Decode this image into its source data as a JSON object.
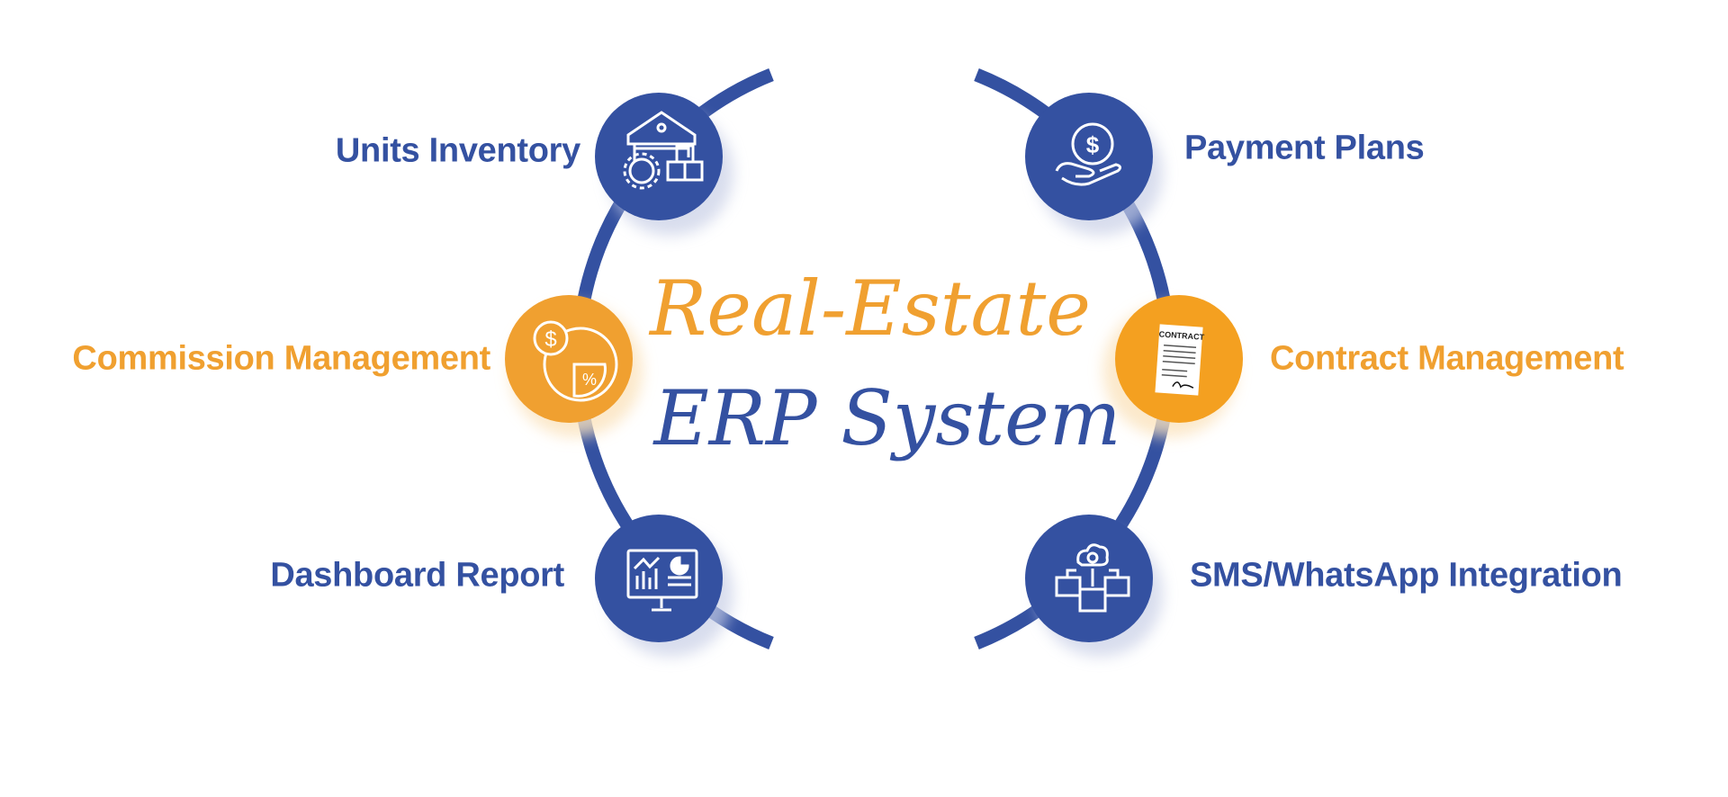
{
  "title": {
    "line1": "Real-Estate",
    "line2": "ERP System"
  },
  "modules": [
    {
      "label": "Units Inventory",
      "icon": "warehouse-icon",
      "color": "#3451a1"
    },
    {
      "label": "Commission Management",
      "icon": "commission-icon",
      "color": "#f0a030"
    },
    {
      "label": "Dashboard Report",
      "icon": "dashboard-monitor-icon",
      "color": "#3451a1"
    },
    {
      "label": "Payment Plans",
      "icon": "hand-coin-icon",
      "color": "#3451a1"
    },
    {
      "label": "Contract Management",
      "icon": "contract-document-icon",
      "color": "#f4a020"
    },
    {
      "label": "SMS/WhatsApp Integration",
      "icon": "cloud-integration-icon",
      "color": "#3451a1"
    }
  ],
  "contract_icon_text": "CONTRACT",
  "colors": {
    "blue": "#3451a1",
    "orange": "#f0a030"
  }
}
